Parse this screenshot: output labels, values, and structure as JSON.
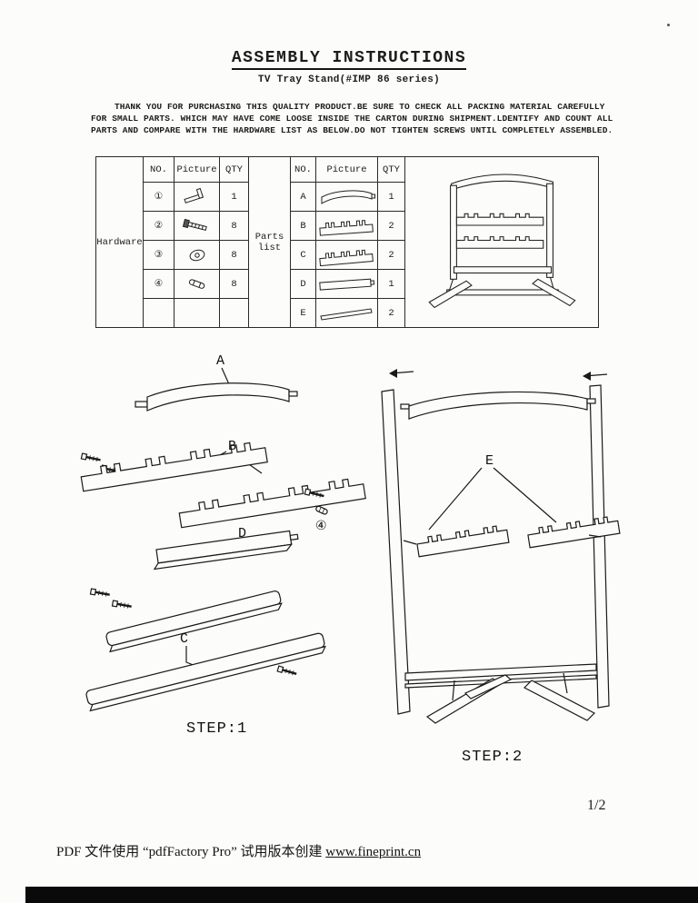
{
  "doc": {
    "title": "ASSEMBLY INSTRUCTIONS",
    "subtitle": "TV Tray Stand(#IMP 86 series)",
    "intro_lines": [
      "THANK YOU FOR PURCHASING THIS QUALITY PRODUCT.BE SURE TO CHECK ALL PACKING MATERIAL CAREFULLY",
      "FOR SMALL PARTS. WHICH MAY HAVE COME LOOSE INSIDE THE CARTON DURING SHIPMENT.LDENTIFY AND COUNT ALL",
      "PARTS AND COMPARE WITH THE HARDWARE LIST AS BELOW.DO NOT TIGHTEN SCREWS UNTIL COMPLETELY ASSEMBLED."
    ],
    "page_number": "1/2",
    "footer_prefix": "PDF 文件使用 “pdfFactory Pro” 试用版本创建 ",
    "footer_link": "www.fineprint.cn"
  },
  "table": {
    "hardware_label": "Hardware",
    "parts_label": "Parts list",
    "col_no": "NO.",
    "col_picture": "Picture",
    "col_qty": "QTY",
    "hardware_rows": [
      {
        "no": "①",
        "qty": "1",
        "icon": "allen-key-icon"
      },
      {
        "no": "②",
        "qty": "8",
        "icon": "bolt-icon"
      },
      {
        "no": "③",
        "qty": "8",
        "icon": "cam-nut-icon"
      },
      {
        "no": "④",
        "qty": "8",
        "icon": "dowel-icon"
      }
    ],
    "parts_rows": [
      {
        "no": "A",
        "qty": "1",
        "icon": "curved-top-rail-icon"
      },
      {
        "no": "B",
        "qty": "2",
        "icon": "notched-rail-icon"
      },
      {
        "no": "C",
        "qty": "2",
        "icon": "notched-rail-icon"
      },
      {
        "no": "D",
        "qty": "1",
        "icon": "plain-rail-icon"
      },
      {
        "no": "E",
        "qty": "2",
        "icon": "slat-icon"
      }
    ],
    "product_image": "tv-tray-stand-assembled"
  },
  "diagram": {
    "step1_label": "STEP:1",
    "step2_label": "STEP:2",
    "labels": {
      "a": "A",
      "b": "B",
      "c": "C",
      "d": "D",
      "e": "E",
      "hw4": "④"
    }
  }
}
